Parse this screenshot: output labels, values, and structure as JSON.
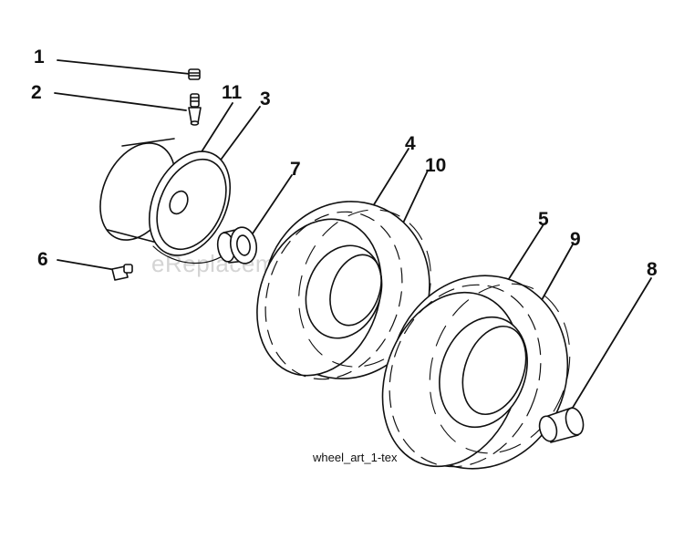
{
  "diagram": {
    "caption": "wheel_art_1-tex",
    "watermark": "eReplacementParts.com",
    "line_color": "#111111",
    "callouts": [
      "1",
      "2",
      "11",
      "3",
      "7",
      "4",
      "10",
      "5",
      "9",
      "8",
      "6"
    ]
  }
}
